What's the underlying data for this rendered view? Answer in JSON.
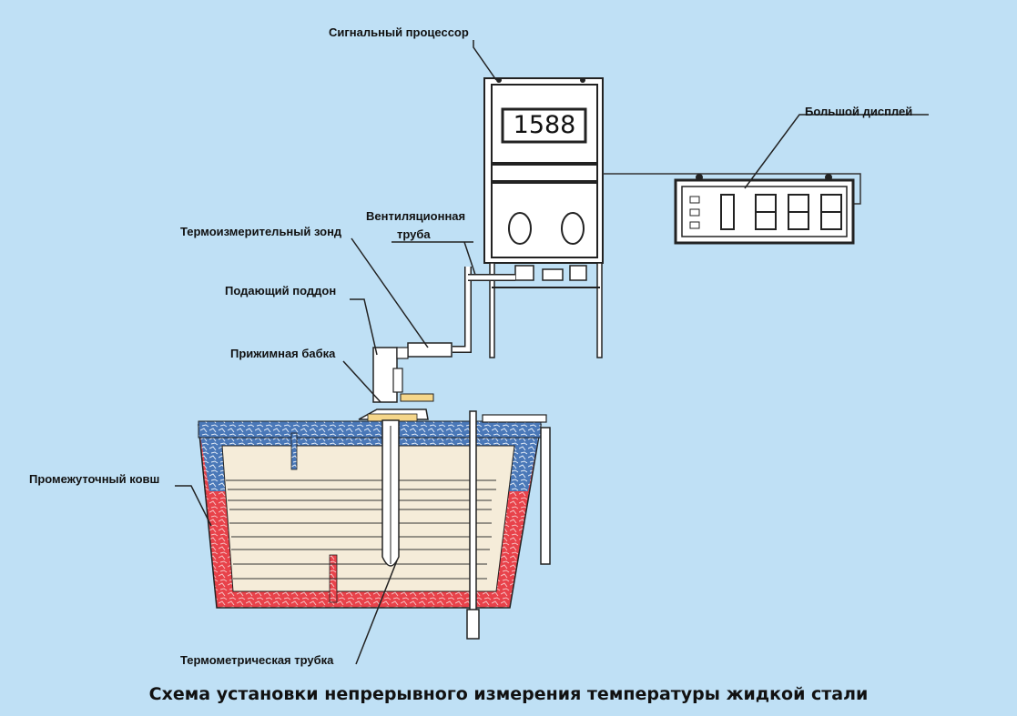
{
  "title": "Схема установки непрерывного измерения температуры жидкой стали",
  "labels": {
    "signal_processor": "Сигнальный процессор",
    "big_display": "Большой  дисплей",
    "vent_pipe_line1": "Вентиляционная",
    "vent_pipe_line2": "труба",
    "probe": "Термоизмерительный зонд",
    "feed_tray": "Подающий поддон",
    "clamp": "Прижимная бабка",
    "tundish": "Промежуточный ковш",
    "thermo_tube": "Термометрическая трубка"
  },
  "processor_readout": "1588",
  "colors": {
    "background": "#bfe0f5",
    "refractory_red": "#e8424a",
    "refractory_blue": "#4a78b8",
    "steel_melt": "#f5ecd9",
    "line": "#333333"
  }
}
